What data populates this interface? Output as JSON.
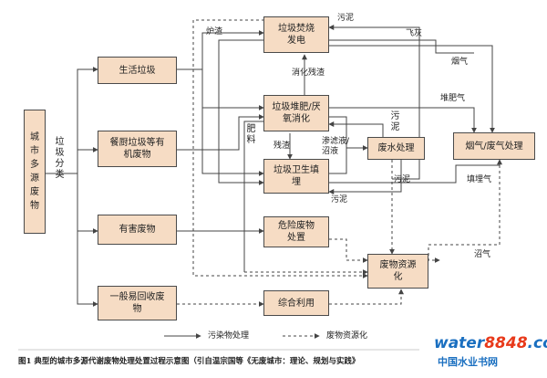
{
  "boxes": {
    "source": "城市多源废物",
    "household": "生活垃圾",
    "kitchen": "餐厨垃圾等有机废物",
    "hazardous": "有害废物",
    "general": "一般易回收废物",
    "incineration": "垃圾焚烧发电",
    "composting": "垃圾堆肥/厌氧消化",
    "landfill": "垃圾卫生填埋",
    "wastewater": "废水处理",
    "fluegas": "烟气/废气处理",
    "dangerous_disposal": "危险废物处置",
    "comprehensive": "综合利用",
    "resource": "废物资源化"
  },
  "labels": {
    "sorting": "垃圾分类",
    "slag": "炉渣",
    "sludge_top": "污泥",
    "fly_ash": "飞灰",
    "flue_gas": "烟气",
    "digest_residue": "消化残渣",
    "compost_gas": "堆肥气",
    "sludge_mid": "污泥",
    "fertilizer": "肥料",
    "residue": "残渣",
    "leachate": "渗滤液/沼液",
    "sludge_right": "污泥",
    "landfill_gas": "填埋气",
    "sludge_bottom": "污泥",
    "biogas": "沼气"
  },
  "legend": {
    "pollution": "污染物处理",
    "resource": "废物资源化"
  },
  "caption": "图1 典型的城市多源代谢废物处理处置过程示意图（引自温宗国等《无废城市：理论、规划与实践》",
  "watermark": {
    "prefix": "water",
    "number": "8848",
    "suffix": ".com",
    "sub": "中国水业书网"
  },
  "colors": {
    "box_fill": "#f6dcc4",
    "line": "#444444",
    "watermark_blue": "#1a6fc0",
    "watermark_red": "#e8391a"
  }
}
